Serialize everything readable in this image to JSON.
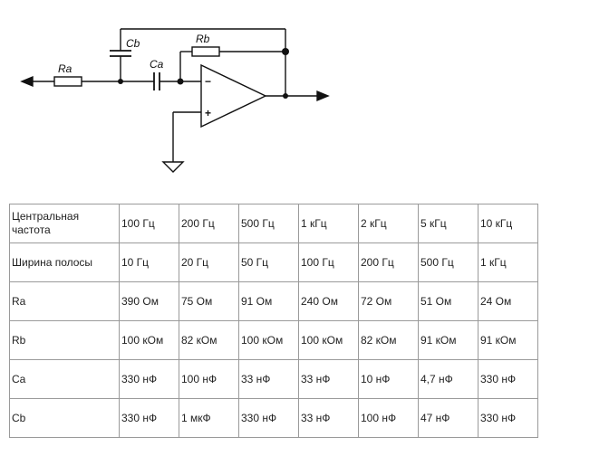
{
  "schematic": {
    "labels": {
      "ra": "Ra",
      "cb": "Cb",
      "ca": "Ca",
      "rb": "Rb",
      "minus": "−",
      "plus": "+"
    }
  },
  "table": {
    "rows": [
      {
        "label": "Центральная частота",
        "values": [
          "100 Гц",
          "200 Гц",
          "500 Гц",
          "1 кГц",
          "2 кГц",
          "5 кГц",
          "10 кГц"
        ]
      },
      {
        "label": "Ширина полосы",
        "values": [
          "10 Гц",
          "20 Гц",
          "50 Гц",
          "100 Гц",
          "200 Гц",
          "500 Гц",
          "1 кГц"
        ]
      },
      {
        "label": "Ra",
        "values": [
          "390 Ом",
          "75 Ом",
          "91 Ом",
          "240 Ом",
          "72 Ом",
          "51 Ом",
          "24 Ом"
        ]
      },
      {
        "label": "Rb",
        "values": [
          "100 кОм",
          "82 кОм",
          "100 кОм",
          "100 кОм",
          "82 кОм",
          "91 кОм",
          "91 кОм"
        ]
      },
      {
        "label": "Ca",
        "values": [
          "330 нФ",
          "100 нФ",
          "33 нФ",
          "33 нФ",
          "10 нФ",
          "4,7 нФ",
          "330 нФ"
        ]
      },
      {
        "label": "Cb",
        "values": [
          "330 нФ",
          "1 мкФ",
          "330 нФ",
          "33 нФ",
          "100 нФ",
          "47 нФ",
          "330 нФ"
        ]
      }
    ]
  }
}
